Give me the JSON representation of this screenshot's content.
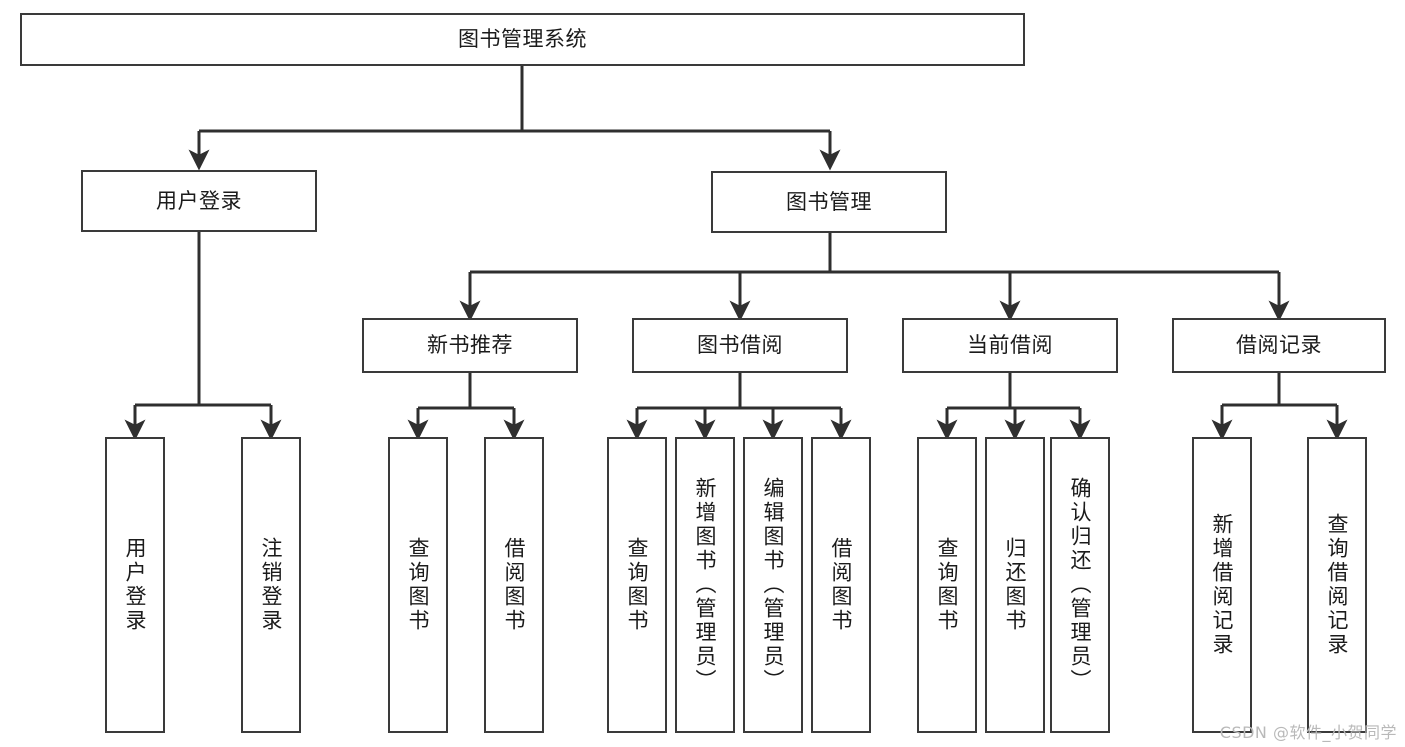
{
  "diagram": {
    "type": "tree",
    "title": "图书管理系统",
    "orientation": "top-down",
    "colors": {
      "box_border": "#3a3a3a",
      "box_fill": "#ffffff",
      "connector": "#2f2f2f",
      "text": "#1b1b1b",
      "watermark": "#b9b9b9",
      "background": "#ffffff"
    },
    "root": {
      "label": "图书管理系统"
    },
    "level2": [
      {
        "label": "用户登录"
      },
      {
        "label": "图书管理"
      }
    ],
    "level3": [
      {
        "label": "新书推荐"
      },
      {
        "label": "图书借阅"
      },
      {
        "label": "当前借阅"
      },
      {
        "label": "借阅记录"
      }
    ],
    "leaves": {
      "user_login": [
        {
          "label": "用户登录"
        },
        {
          "label": "注销登录"
        }
      ],
      "new_book_recommend": [
        {
          "label": "查询图书"
        },
        {
          "label": "借阅图书"
        }
      ],
      "book_borrow": [
        {
          "label": "查询图书"
        },
        {
          "label": "新增图书（管理员）"
        },
        {
          "label": "编辑图书（管理员）"
        },
        {
          "label": "借阅图书"
        }
      ],
      "current_borrow": [
        {
          "label": "查询图书"
        },
        {
          "label": "归还图书"
        },
        {
          "label": "确认归还（管理员）"
        }
      ],
      "borrow_record": [
        {
          "label": "新增借阅记录"
        },
        {
          "label": "查询借阅记录"
        }
      ]
    }
  },
  "watermark": {
    "text": "CSDN @软件_小贺同学"
  }
}
